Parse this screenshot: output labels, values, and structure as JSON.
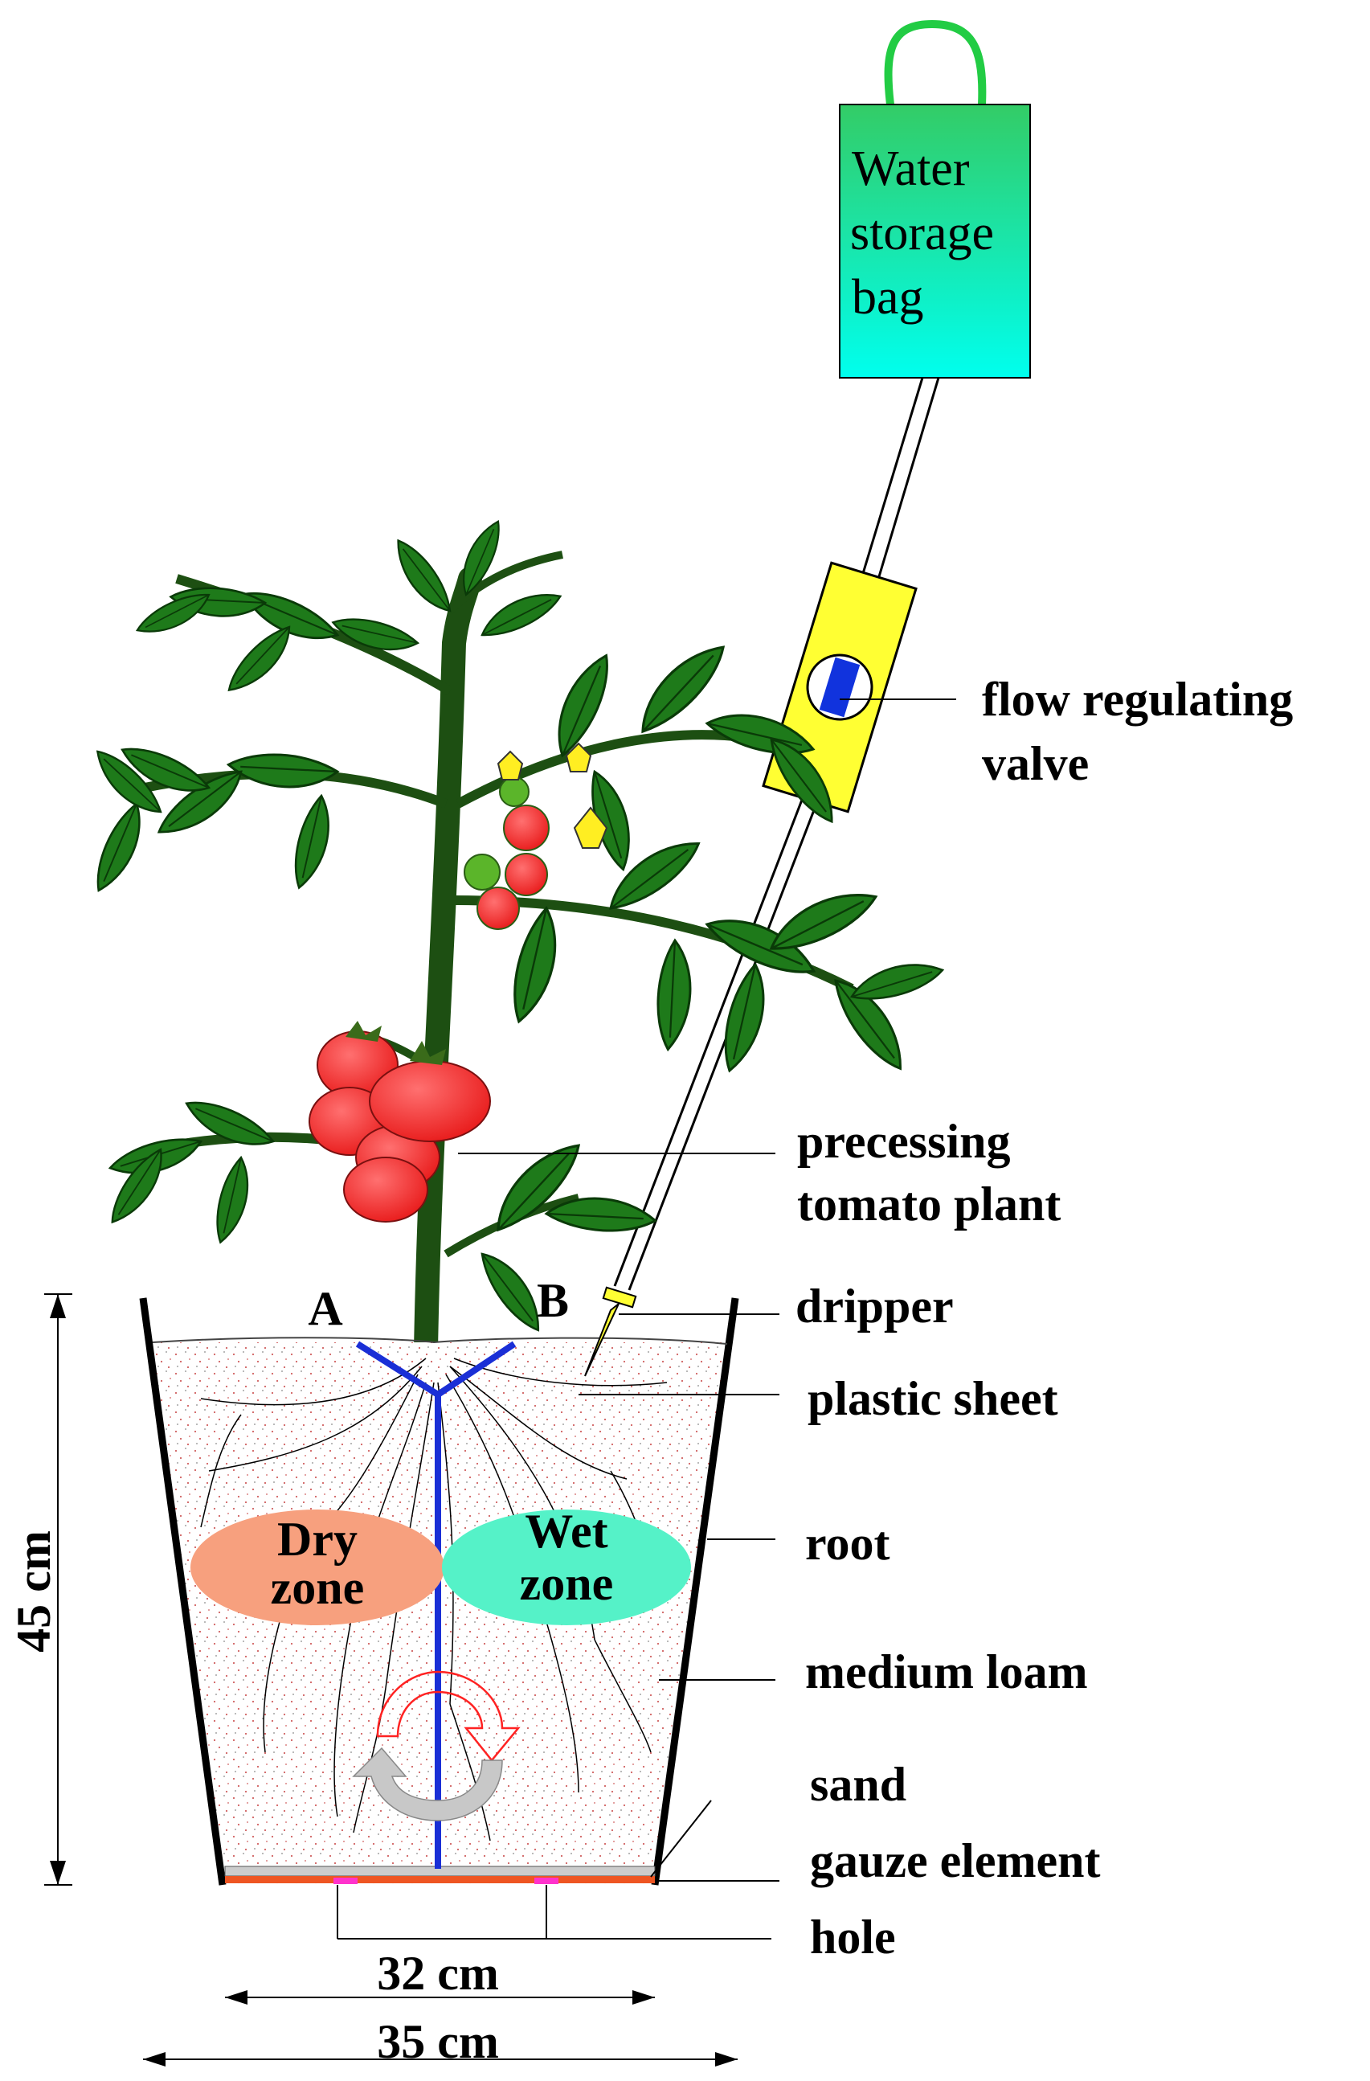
{
  "bag": {
    "line1": "Water",
    "line2": "storage",
    "line3": "bag"
  },
  "labels": {
    "valve_line1": "flow regulating",
    "valve_line2": "valve",
    "plant_line1": "precessing",
    "plant_line2": "tomato plant",
    "dripper": "dripper",
    "plastic_sheet": "plastic sheet",
    "root": "root",
    "medium_loam": "medium loam",
    "sand": "sand",
    "gauze": "gauze element",
    "hole": "hole"
  },
  "zones": {
    "dry_line1": "Dry",
    "dry_line2": "zone",
    "wet_line1": "Wet",
    "wet_line2": "zone",
    "a": "A",
    "b": "B"
  },
  "dimensions": {
    "height": "45 cm",
    "bottom_width": "32 cm",
    "top_width": "35 cm"
  },
  "colors": {
    "bag_top": "#33cc66",
    "bag_bottom": "#00ffee",
    "valve": "#ffff33",
    "valve_core": "#1133dd",
    "dry_zone": "#f7a07e",
    "wet_zone": "#55f2c8",
    "divider": "#1a2fd6",
    "leaf": "#1e7a1a",
    "tomato": "#ff2a2a"
  }
}
